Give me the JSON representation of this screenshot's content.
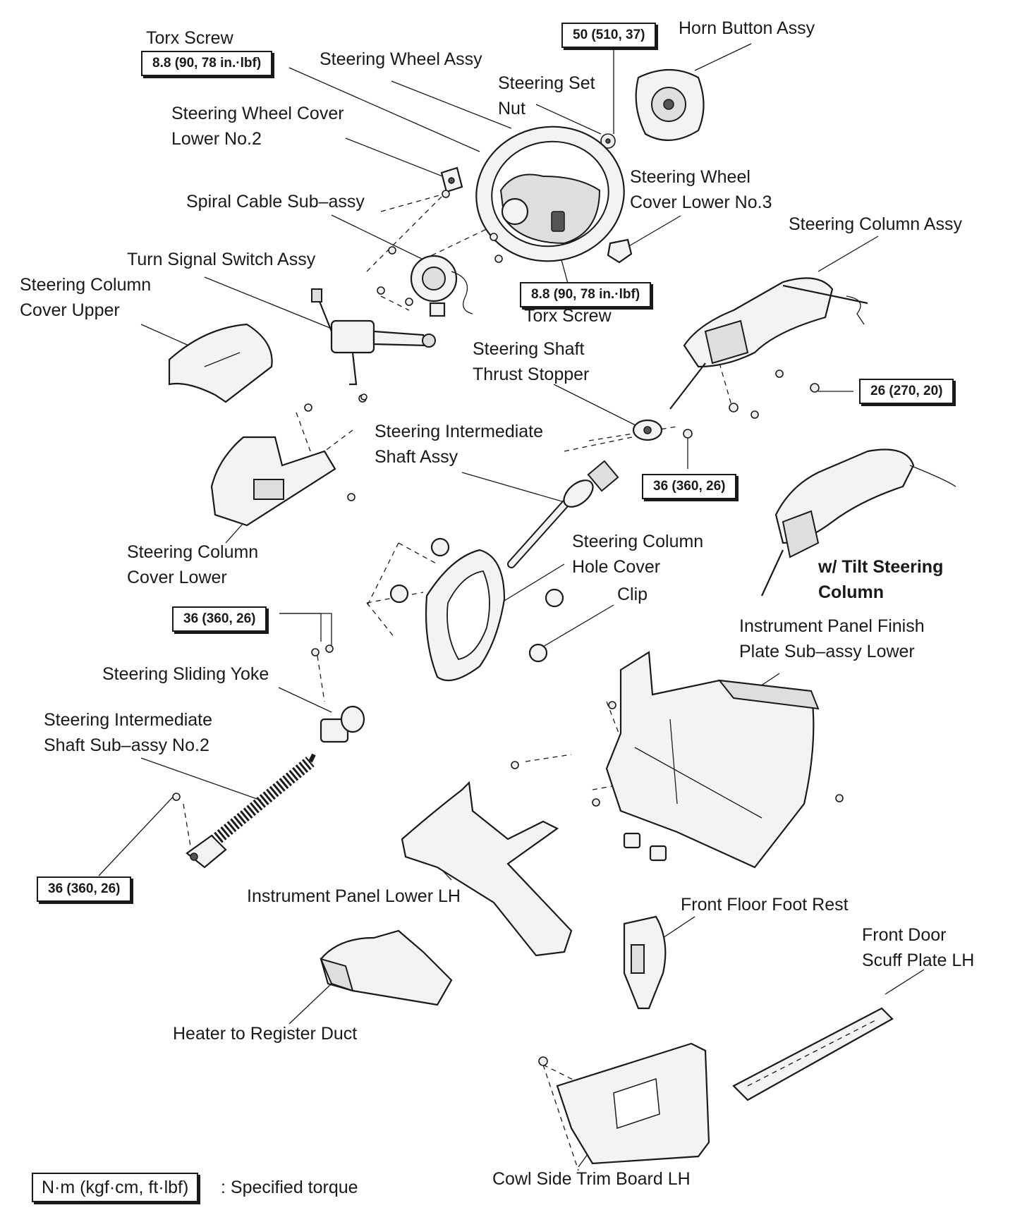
{
  "labels": {
    "torx_screw_top": "Torx Screw",
    "steering_wheel_assy": "Steering Wheel Assy",
    "horn_button_assy": "Horn Button Assy",
    "steering_set_nut_1": "Steering Set",
    "steering_set_nut_2": "Nut",
    "wheel_cover_lower_no2_1": "Steering Wheel Cover",
    "wheel_cover_lower_no2_2": "Lower No.2",
    "wheel_cover_lower_no3_1": "Steering Wheel",
    "wheel_cover_lower_no3_2": "Cover Lower No.3",
    "spiral_cable": "Spiral Cable Sub–assy",
    "steering_column_assy": "Steering Column Assy",
    "turn_signal_switch": "Turn Signal Switch Assy",
    "column_cover_upper_1": "Steering Column",
    "column_cover_upper_2": "Cover Upper",
    "torx_screw_mid": "Torx Screw",
    "shaft_thrust_stopper_1": "Steering Shaft",
    "shaft_thrust_stopper_2": "Thrust Stopper",
    "intermediate_shaft_1": "Steering Intermediate",
    "intermediate_shaft_2": "Shaft Assy",
    "column_cover_lower_1": "Steering Column",
    "column_cover_lower_2": "Cover Lower",
    "hole_cover_1": "Steering Column",
    "hole_cover_2": "Hole Cover",
    "clip": "Clip",
    "tilt_1": "w/ Tilt Steering",
    "tilt_2": "Column",
    "finish_plate_1": "Instrument Panel Finish",
    "finish_plate_2": "Plate Sub–assy Lower",
    "sliding_yoke": "Steering Sliding Yoke",
    "intermediate_shaft_no2_1": "Steering Intermediate",
    "intermediate_shaft_no2_2": "Shaft Sub–assy No.2",
    "instrument_panel_lower_lh": "Instrument Panel Lower LH",
    "front_floor_foot_rest": "Front Floor Foot Rest",
    "front_door_scuff_1": "Front Door",
    "front_door_scuff_2": "Scuff Plate LH",
    "heater_duct": "Heater to Register Duct",
    "cowl_side_trim": "Cowl Side Trim Board LH"
  },
  "torques": {
    "torx_top": "8.8 (90, 78 in.·lbf)",
    "set_nut": "50 (510, 37)",
    "torx_mid": "8.8 (90, 78 in.·lbf)",
    "column_nut": "26 (270, 20)",
    "thrust_stopper": "36 (360, 26)",
    "sliding_yoke": "36 (360, 26)",
    "shaft_no2": "36 (360, 26)"
  },
  "legend": {
    "unit": "N·m (kgf·cm, ft·lbf)",
    "text": ": Specified torque"
  }
}
